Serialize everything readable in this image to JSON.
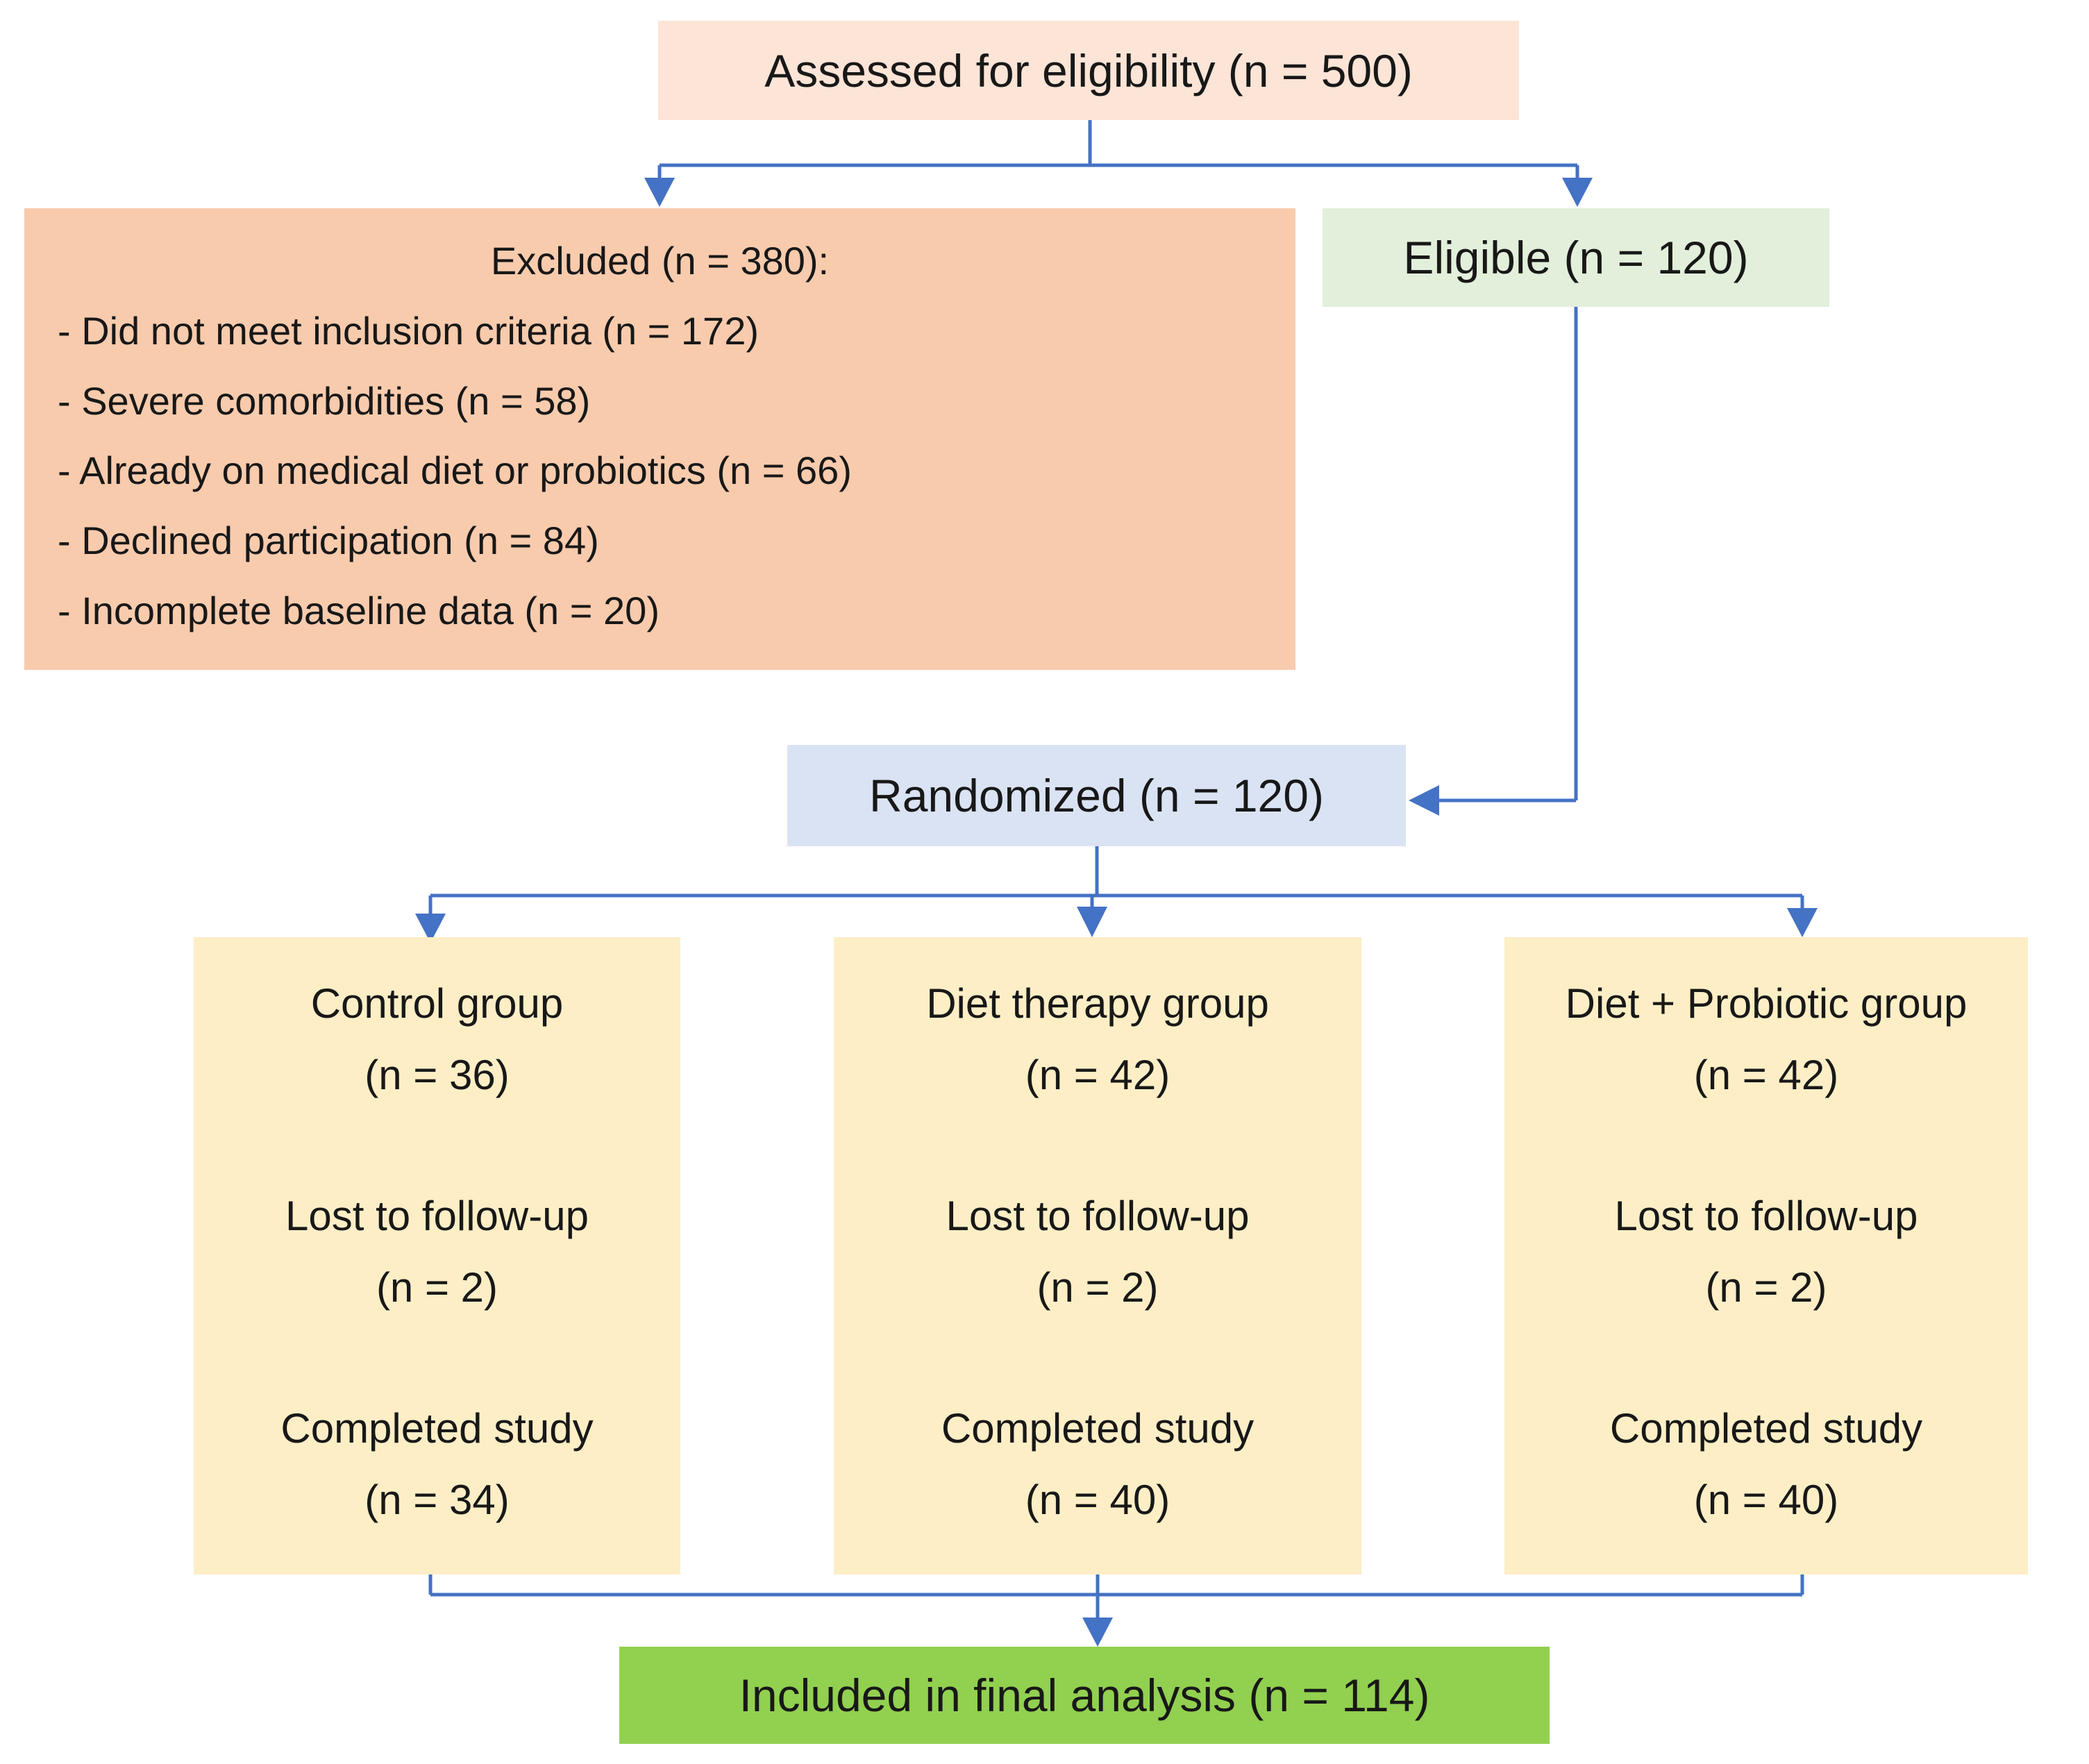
{
  "flow": {
    "assessed": "Assessed for eligibility (n = 500)",
    "excluded": {
      "title": "Excluded (n = 380):",
      "items": [
        "- Did not meet inclusion criteria (n = 172)",
        "- Severe comorbidities (n = 58)",
        "- Already on medical diet or probiotics (n = 66)",
        "- Declined participation (n = 84)",
        "- Incomplete baseline data (n = 20)"
      ]
    },
    "eligible": "Eligible (n = 120)",
    "randomized": "Randomized (n = 120)",
    "groups": [
      {
        "title": "Control group",
        "n": "(n = 36)",
        "lost": "Lost to follow-up",
        "lost_n": "(n = 2)",
        "completed": "Completed study",
        "completed_n": "(n = 34)"
      },
      {
        "title": "Diet therapy group",
        "n": "(n = 42)",
        "lost": "Lost to follow-up",
        "lost_n": "(n = 2)",
        "completed": "Completed study",
        "completed_n": "(n = 40)"
      },
      {
        "title": "Diet + Probiotic group",
        "n": "(n = 42)",
        "lost": "Lost to follow-up",
        "lost_n": "(n = 2)",
        "completed": "Completed study",
        "completed_n": "(n = 40)"
      }
    ],
    "final": "Included in final analysis (n = 114)"
  },
  "colors": {
    "assessed_bg": "#fce4d6",
    "excluded_bg": "#f8cbad",
    "eligible_bg": "#e2efda",
    "randomized_bg": "#dae3f3",
    "group_bg": "#fdeec6",
    "final_bg": "#92d050",
    "connector": "#4472c4",
    "text": "#181818"
  }
}
